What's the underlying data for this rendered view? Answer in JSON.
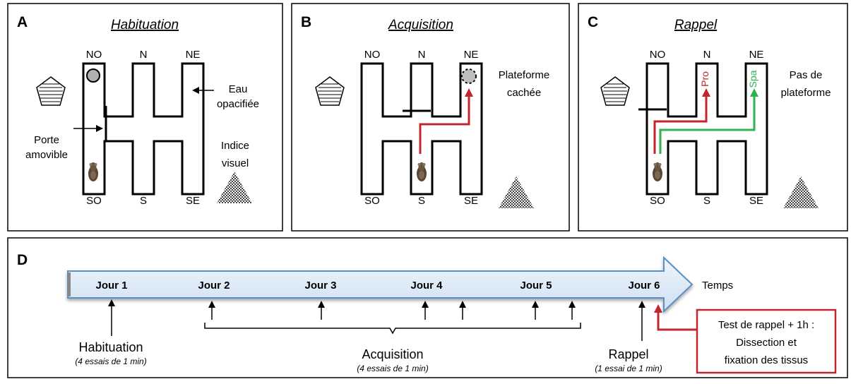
{
  "panels": {
    "a": {
      "letter": "A",
      "title": "Habituation",
      "arms": {
        "no": "NO",
        "n": "N",
        "ne": "NE",
        "so": "SO",
        "s": "S",
        "se": "SE"
      },
      "labels": {
        "water_1": "Eau",
        "water_2": "opacifiée",
        "door_1": "Porte",
        "door_2": "amovible",
        "cue_1": "Indice",
        "cue_2": "visuel"
      }
    },
    "b": {
      "letter": "B",
      "title": "Acquisition",
      "arms": {
        "no": "NO",
        "n": "N",
        "ne": "NE",
        "so": "SO",
        "s": "S",
        "se": "SE"
      },
      "labels": {
        "platform_1": "Plateforme",
        "platform_2": "cachée"
      }
    },
    "c": {
      "letter": "C",
      "title": "Rappel",
      "arms": {
        "no": "NO",
        "n": "N",
        "ne": "NE",
        "so": "SO",
        "s": "S",
        "se": "SE"
      },
      "labels": {
        "noplatform_1": "Pas de",
        "noplatform_2": "plateforme",
        "pro": "Pro",
        "spa": "Spa"
      }
    },
    "d": {
      "letter": "D",
      "axis_label": "Temps",
      "days": [
        "Jour 1",
        "Jour 2",
        "Jour 3",
        "Jour 4",
        "Jour 5",
        "Jour 6"
      ],
      "habituation": {
        "label": "Habituation",
        "sub": "(4 essais de 1 min)"
      },
      "acquisition": {
        "label": "Acquisition",
        "sub": "(4 essais de 1 min)"
      },
      "rappel": {
        "label": "Rappel",
        "sub": "(1 essai de 1 min)"
      },
      "test_box": {
        "line1": "Test de rappel + 1h :",
        "line2": "Dissection et",
        "line3": "fixation des tissus"
      }
    }
  },
  "colors": {
    "red": "#c0262c",
    "green": "#2fb24f",
    "timeline_fill": "#deebf7",
    "timeline_stroke": "#5b8fc7"
  }
}
